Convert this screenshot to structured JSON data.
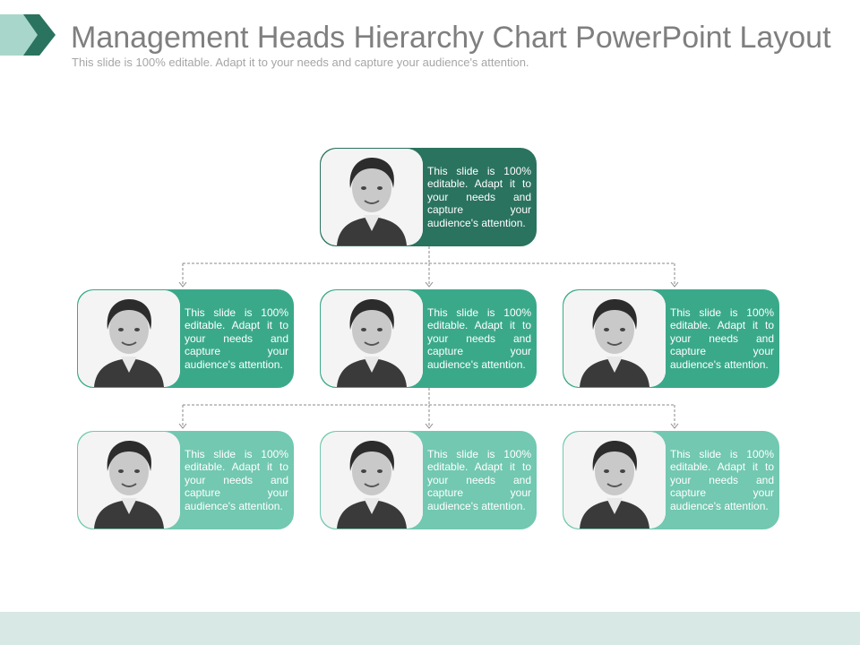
{
  "header": {
    "title": "Management Heads Hierarchy Chart PowerPoint Layout",
    "subtitle": "This slide is 100% editable. Adapt it to your needs and capture your audience's attention."
  },
  "colors": {
    "dark": "#2a735f",
    "mid": "#3aa98a",
    "light": "#72c8b0",
    "footer": "#d8e9e5",
    "chevron_dark": "#2a735f",
    "chevron_light": "#a9d6cb"
  },
  "nodes": [
    {
      "id": "top",
      "level": 1,
      "text": "This slide is 100% editable. Adapt it to your needs and capture your audience's attention.",
      "photo": "woman-portrait"
    },
    {
      "id": "mid-left",
      "level": 2,
      "text": "This slide is 100% editable. Adapt it to your needs and capture your audience's attention.",
      "photo": "woman-glasses-smiling"
    },
    {
      "id": "mid-center",
      "level": 2,
      "text": "This slide is 100% editable. Adapt it to your needs and capture your audience's attention.",
      "photo": "man-smiling"
    },
    {
      "id": "mid-right",
      "level": 2,
      "text": "This slide is 100% editable. Adapt it to your needs and capture your audience's attention.",
      "photo": "woman-headset"
    },
    {
      "id": "bot-left",
      "level": 3,
      "text": "This slide is 100% editable. Adapt it to your needs and capture your audience's attention.",
      "photo": "woman-business-glasses"
    },
    {
      "id": "bot-center",
      "level": 3,
      "text": "This slide is 100% editable. Adapt it to your needs and capture your audience's attention.",
      "photo": "man-on-phone"
    },
    {
      "id": "bot-right",
      "level": 3,
      "text": "This slide is 100% editable. Adapt it to your needs and capture your audience's attention.",
      "photo": "woman-curly-phone"
    }
  ]
}
